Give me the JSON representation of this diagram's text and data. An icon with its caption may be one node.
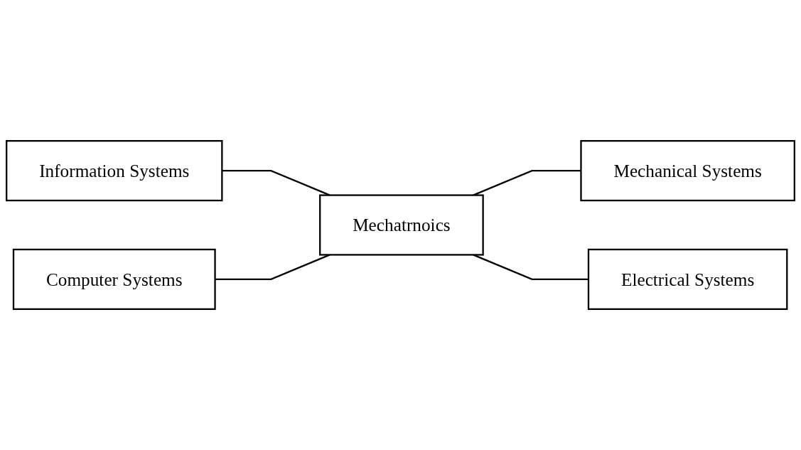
{
  "diagram": {
    "nodes": [
      {
        "text": [
          "Information Systems"
        ]
      },
      {
        "text": [
          "Mechanical Systems"
        ]
      },
      {
        "text": [
          "Mechatrnoics"
        ]
      },
      {
        "text": [
          "Computer Systems"
        ]
      },
      {
        "text": [
          "Electrical Systems"
        ]
      }
    ],
    "edges": [
      {
        "from": 0,
        "to": 2,
        "arrow": "none"
      },
      {
        "from": 2,
        "to": 1,
        "arrow": "none"
      },
      {
        "from": 3,
        "to": 2,
        "arrow": "none"
      },
      {
        "from": 2,
        "to": 4,
        "arrow": "none"
      }
    ]
  }
}
